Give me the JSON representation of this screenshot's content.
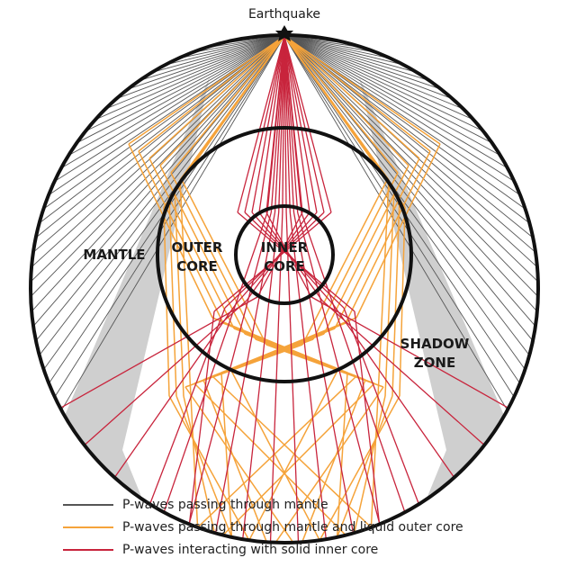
{
  "title": "Earthquake",
  "labels": {
    "mantle": "MANTLE",
    "outer_core_1": "OUTER",
    "outer_core_2": "CORE",
    "inner_core_1": "INNER",
    "inner_core_2": "CORE",
    "shadow_zone_1": "SHADOW",
    "shadow_zone_2": "ZONE"
  },
  "legend": [
    {
      "label": "P-waves passing through mantle",
      "color": "#555555"
    },
    {
      "label": "P-waves passing through mantle and liquid outer core",
      "color": "#f5a33a"
    },
    {
      "label": "P-waves interacting with solid inner core",
      "color": "#c8243c"
    }
  ],
  "colors": {
    "mantle_ray": "#555555",
    "outer_core_ray": "#f5a33a",
    "inner_core_ray": "#c8243c",
    "shadow_zone": "#cfcfcf",
    "boundary": "#111111"
  }
}
